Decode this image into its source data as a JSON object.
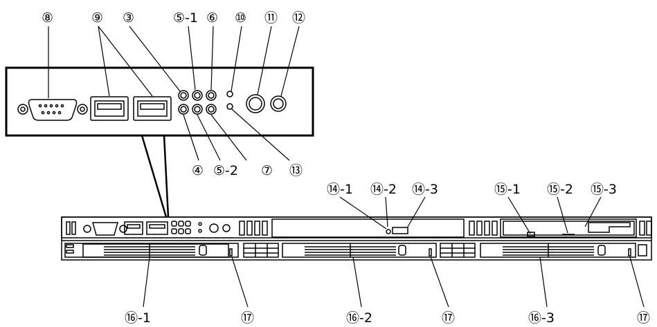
{
  "callouts": {
    "c8": "⑧",
    "c9": "⑨",
    "c3": "③",
    "c5_1": "⑤-1",
    "c6": "⑥",
    "c10": "⑩",
    "c11": "⑪",
    "c12": "⑫",
    "c4": "④",
    "c5_2": "⑤-2",
    "c7": "⑦",
    "c13": "⑬",
    "c14_1": "⑭-1",
    "c14_2": "⑭-2",
    "c14_3": "⑭-3",
    "c15_1": "⑮-1",
    "c15_2": "⑮-2",
    "c15_3": "⑮-3",
    "c16_1": "⑯-1",
    "c16_2": "⑯-2",
    "c16_3": "⑯-3",
    "c17": "⑰"
  }
}
